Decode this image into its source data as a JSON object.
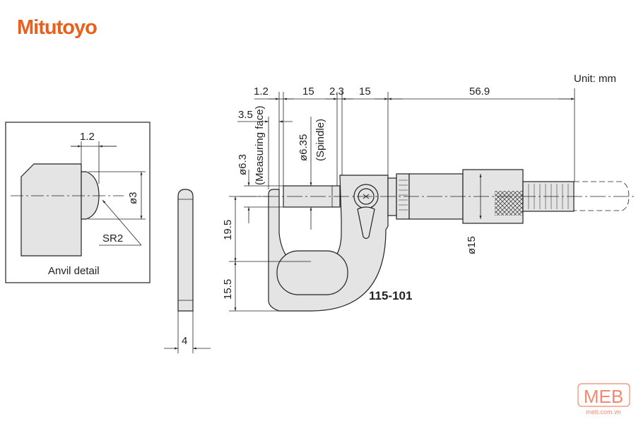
{
  "brand": {
    "logo_text": "Mitutoyo",
    "color": "#e8601c"
  },
  "unit_label": "Unit: mm",
  "model": "115-101",
  "dimensions": {
    "top": [
      "1.2",
      "15",
      "2.3",
      "15",
      "56.9"
    ],
    "offset": "3.5",
    "measuring_face_dia": "ø6.3",
    "measuring_face_note": "(Measuring face)",
    "spindle_dia": "ø6.35",
    "spindle_note": "(Spindle)",
    "height_upper": "19.5",
    "height_lower": "15.5",
    "thimble_dia": "ø15"
  },
  "anvil_detail": {
    "title": "Anvil detail",
    "width": "1.2",
    "dia": "ø3",
    "radius": "SR2"
  },
  "pin": {
    "width": "4"
  },
  "watermark": {
    "logo_text": "MEB",
    "url": "meb.com.vn",
    "color": "#f08a70"
  }
}
